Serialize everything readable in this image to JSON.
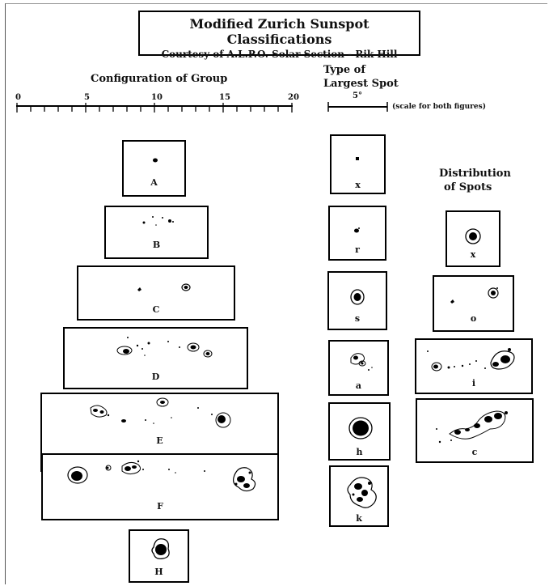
{
  "title": "Modified Zurich Sunspot Classifications",
  "subtitle": "Courtesy of A.L.P.O. Solar Section - Rik Hill",
  "configuration": {
    "heading": "Configuration of Group",
    "scale_ticks": [
      "0",
      "5",
      "10",
      "15",
      "20"
    ],
    "classes": [
      "A",
      "B",
      "C",
      "D",
      "E",
      "F",
      "H"
    ]
  },
  "largest_spot": {
    "heading_line1": "Type of",
    "heading_line2": "Largest Spot",
    "scale_value": "5°",
    "scale_note": "(scale for both figures)",
    "classes": [
      "x",
      "r",
      "s",
      "a",
      "h",
      "k"
    ]
  },
  "distribution": {
    "heading_line1": "Distribution",
    "heading_line2": "of Spots",
    "classes": [
      "x",
      "o",
      "i",
      "c"
    ]
  }
}
